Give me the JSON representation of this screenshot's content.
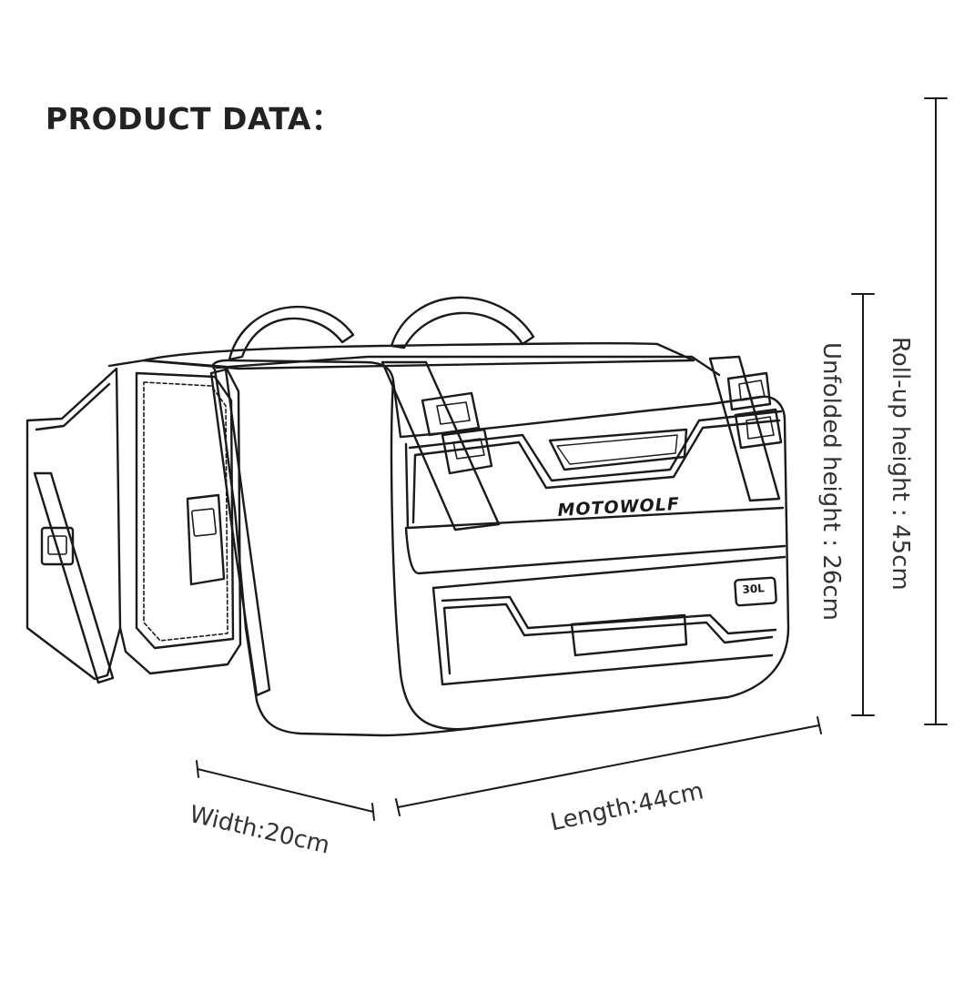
{
  "header": {
    "title": "PRODUCT DATA："
  },
  "bag": {
    "brand": "MOTOWOLF",
    "capacity_badge": "30L"
  },
  "dimensions": {
    "width": "Width:20cm",
    "length": "Length:44cm",
    "unfolded_height": "Unfolded height : 26cm",
    "rollup_height": "Roll-up height : 45cm"
  },
  "colors": {
    "line": "#1a1a1a",
    "text": "#222222",
    "bg": "#ffffff"
  }
}
